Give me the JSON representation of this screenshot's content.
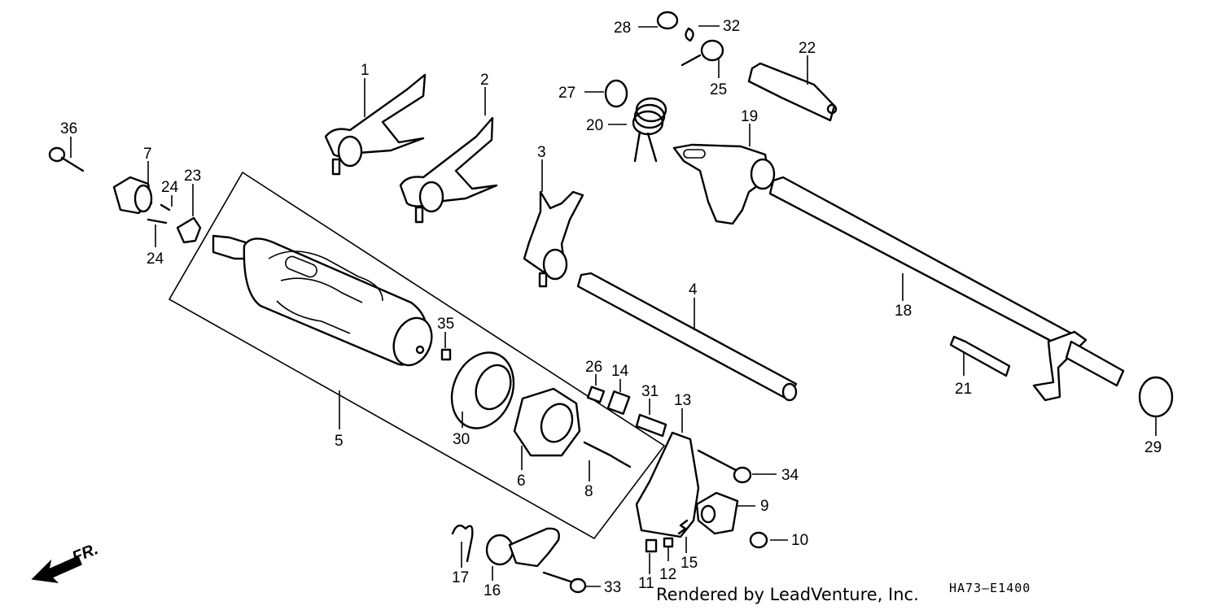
{
  "diagram": {
    "callouts": [
      "1",
      "2",
      "3",
      "4",
      "5",
      "6",
      "7",
      "8",
      "9",
      "10",
      "11",
      "12",
      "13",
      "14",
      "15",
      "16",
      "17",
      "18",
      "19",
      "20",
      "21",
      "22",
      "23",
      "24",
      "24",
      "25",
      "26",
      "27",
      "28",
      "29",
      "30",
      "31",
      "32",
      "33",
      "34",
      "35",
      "36"
    ],
    "direction_label": "FR.",
    "credit": "Rendered by LeadVenture, Inc.",
    "drawing_code": "HA73–E1400"
  }
}
